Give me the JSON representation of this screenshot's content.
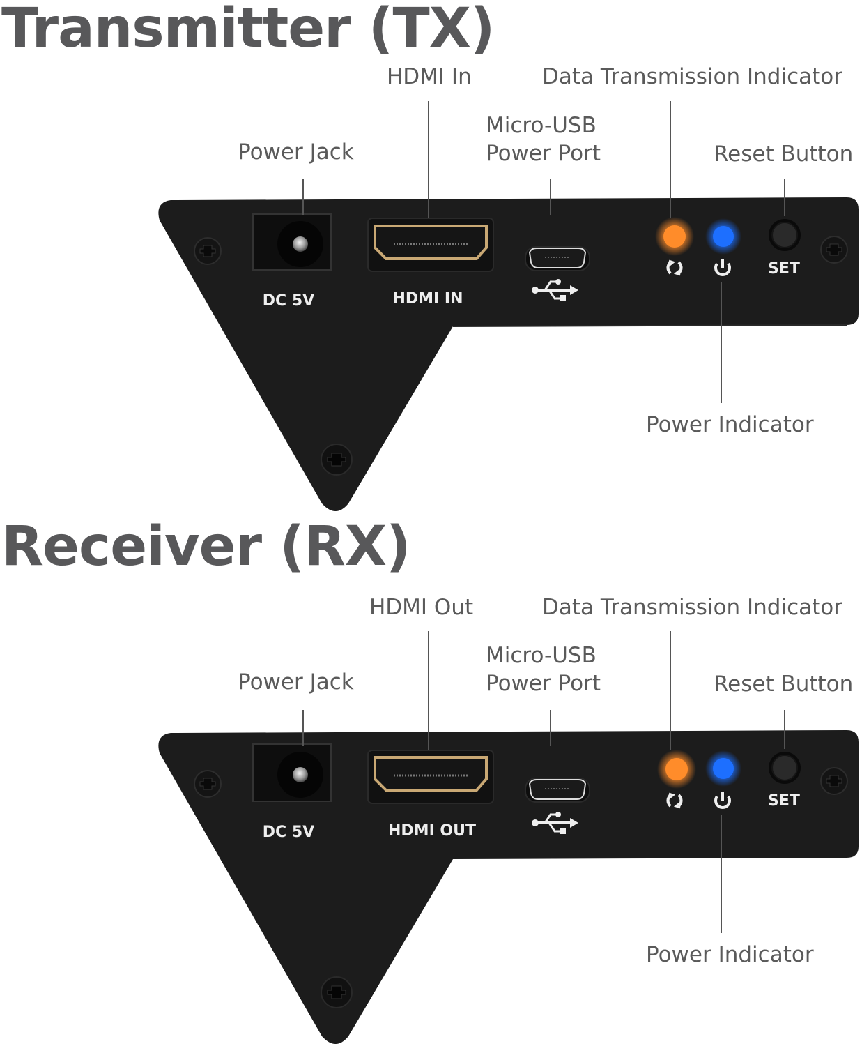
{
  "units": [
    {
      "heading": "Transmitter (TX)",
      "callouts": {
        "power_jack": "Power Jack",
        "hdmi": "HDMI In",
        "micro_usb_line1": "Micro-USB",
        "micro_usb_line2": "Power Port",
        "data_indicator": "Data Transmission Indicator",
        "reset_button": "Reset Button",
        "power_indicator": "Power Indicator"
      },
      "panel_markings": {
        "dc": "DC 5V",
        "hdmi": "HDMI IN",
        "set": "SET"
      }
    },
    {
      "heading": "Receiver (RX)",
      "callouts": {
        "power_jack": "Power Jack",
        "hdmi": "HDMI Out",
        "micro_usb_line1": "Micro-USB",
        "micro_usb_line2": "Power Port",
        "data_indicator": "Data Transmission Indicator",
        "reset_button": "Reset Button",
        "power_indicator": "Power Indicator"
      },
      "panel_markings": {
        "dc": "DC 5V",
        "hdmi": "HDMI OUT",
        "set": "SET"
      }
    }
  ],
  "colors": {
    "heading": "#58585a",
    "panel": "#1c1c1c",
    "data_led": "#ff8c2a",
    "power_led": "#1d6fff",
    "hdmi_gold": "#c9a874"
  },
  "icons": {
    "data_indicator": "sync-icon",
    "power_indicator": "power-icon",
    "usb": "usb-icon",
    "screw": "screw-icon"
  }
}
